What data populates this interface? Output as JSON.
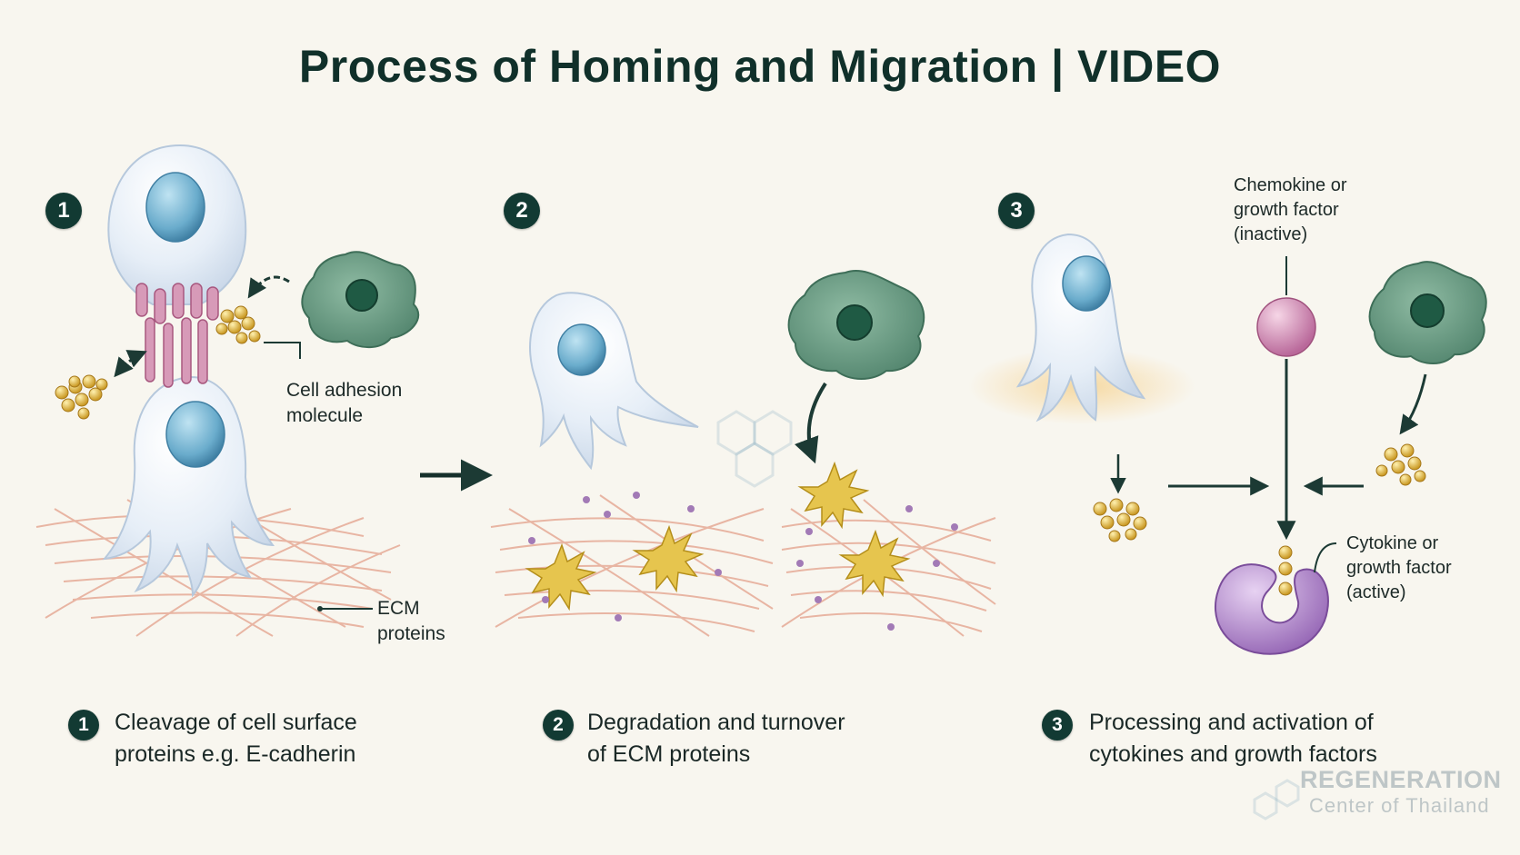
{
  "title": "Process of Homing and Migration | VIDEO",
  "steps": [
    {
      "number": "1",
      "caption_line1": "Cleavage of cell surface",
      "caption_line2": "proteins e.g. E-cadherin"
    },
    {
      "number": "2",
      "caption_line1": "Degradation and turnover",
      "caption_line2": "of ECM proteins"
    },
    {
      "number": "3",
      "caption_line1": "Processing and activation of",
      "caption_line2": "cytokines and growth factors"
    }
  ],
  "labels": {
    "adhesion_line1": "Cell adhesion",
    "adhesion_line2": "molecule",
    "ecm_line1": "ECM",
    "ecm_line2": "proteins",
    "chemokine_line1": "Chemokine or",
    "chemokine_line2": "growth factor",
    "chemokine_line3": "(inactive)",
    "cytokine_line1": "Cytokine or",
    "cytokine_line2": "growth factor",
    "cytokine_line3": "(active)"
  },
  "watermark": {
    "title": "REGENERATION",
    "subtitle": "Center of Thailand"
  },
  "colors": {
    "badge": "#123a33",
    "stem_cell": "#dfe9f4",
    "nucleus": "#6fb0cf",
    "enzyme_cell": "#6f9e86",
    "molecule": "#e2b83c",
    "ecm": "#e6a48e",
    "active_receptor": "#b98ad0",
    "inactive_factor": "#cf86b0"
  }
}
